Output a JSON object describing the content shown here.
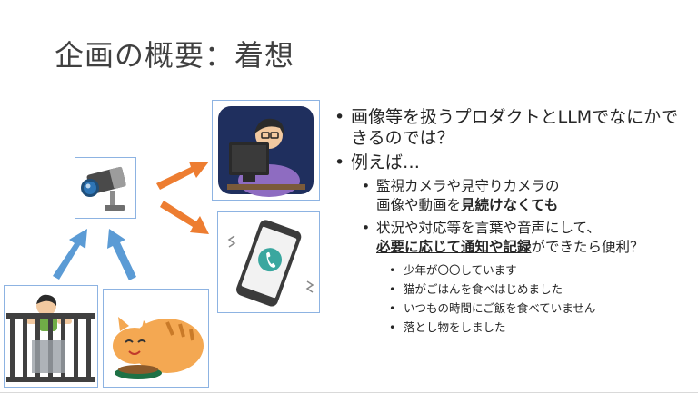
{
  "slide": {
    "title": "企画の概要：着想"
  },
  "bullets": {
    "b1": "画像等を扱うプロダクトとLLMでなにかできるのでは？",
    "b2": "例えば…",
    "b2_1_line1": "監視カメラや見守りカメラの",
    "b2_1_line2_plain": "画像や動画を",
    "b2_1_line2_emph": "見続けなくても",
    "b2_2_line1": "状況や対応等を言葉や音声にして、",
    "b2_2_line2_emph": "必要に応じて通知や記録",
    "b2_2_line2_plain": "ができたら便利？",
    "examples": [
      "少年が〇〇しています",
      "猫がごはんを食べはじめました",
      "いつもの時間にご飯を食べていません",
      "落とし物をしました"
    ],
    "marker": "•"
  },
  "icons": {
    "camera": "security-camera-icon",
    "person_pc": "person-at-computer-icon",
    "phone": "smartphone-ringing-icon",
    "child": "child-at-crib-icon",
    "cat": "cat-eating-icon"
  },
  "colors": {
    "arrow_orange": "#ed7d31",
    "arrow_blue": "#5b9bd5",
    "frame_border": "#8db3e2"
  }
}
